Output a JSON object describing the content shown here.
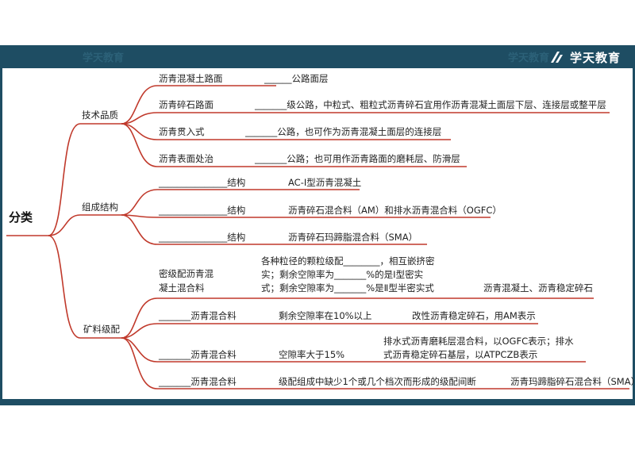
{
  "brand": {
    "name": "学天教育",
    "watermark_left": "学天教育",
    "watermark_right": "学天教育"
  },
  "root": "分类",
  "groups": [
    {
      "label": "技术品质",
      "items": [
        {
          "name": "沥青混凝土路面",
          "desc": "______公路面层"
        },
        {
          "name": "沥青碎石路面",
          "desc": "_______级公路，中粒式、粗粒式沥青碎石宜用作沥青混凝土面层下层、连接层或整平层"
        },
        {
          "name": "沥青贯入式",
          "desc": "_______公路，也可作为沥青混凝土面层的连接层"
        },
        {
          "name": "沥青表面处治",
          "desc": "_______公路；也可用作沥青路面的磨耗层、防滑层"
        }
      ]
    },
    {
      "label": "组成结构",
      "items": [
        {
          "name": "_______________结构",
          "desc": "AC-I型沥青混凝土"
        },
        {
          "name": "_______________结构",
          "desc": "沥青碎石混合料（AM）和排水沥青混合料（OGFC）"
        },
        {
          "name": "_______________结构",
          "desc": "沥青碎石玛蹄脂混合料（SMA）"
        }
      ]
    },
    {
      "label": "矿料级配",
      "items": [
        {
          "name_lines": [
            "密级配沥青混",
            "凝土混合料"
          ],
          "desc_lines": [
            "各种粒径的颗粒级配________，相互嵌挤密",
            "实；剩余空隙率为_______%的是Ⅰ型密实",
            "式；剩余空隙率为_______%是Ⅱ型半密实式"
          ],
          "example": "沥青混凝土、沥青稳定碎石"
        },
        {
          "name": "_______沥青混合料",
          "desc": "剩余空隙率在10%以上",
          "example": "改性沥青稳定碎石，用AM表示"
        },
        {
          "name": "_______沥青混合料",
          "desc": "空隙率大于15%",
          "example_lines": [
            "排水式沥青磨耗层混合料，以OGFC表示；排水",
            "式沥青稳定碎石基层，以ATPCZB表示"
          ]
        },
        {
          "name": "_______沥青混合料",
          "desc": "级配组成中缺少1个或几个档次而形成的级配间断",
          "example": "沥青玛蹄脂碎石混合料（SMA）"
        }
      ]
    }
  ],
  "colors": {
    "branch": "#c0392b",
    "band": "#1e4d63"
  }
}
